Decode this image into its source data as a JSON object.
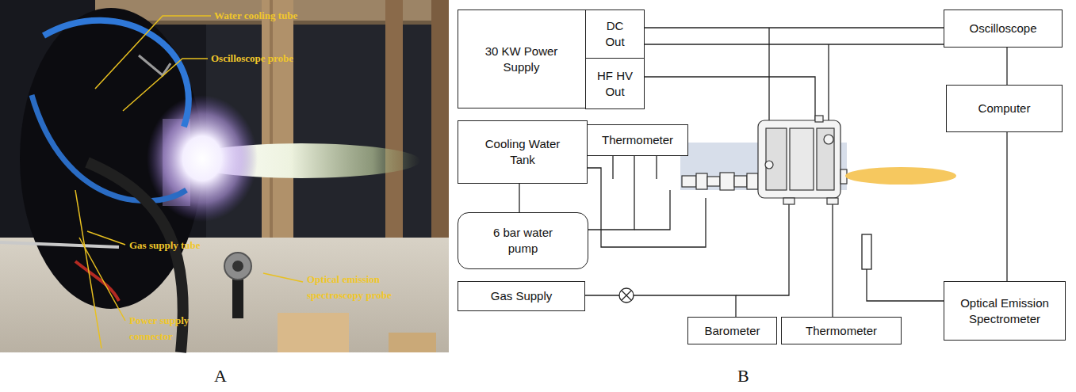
{
  "diagram": {
    "nodes": [
      {
        "text": [
          "30 KW Power Supply"
        ]
      },
      {
        "text": [
          "DC Out"
        ],
        "in": 0
      },
      {
        "text": [
          "HF HV Out"
        ],
        "in": 0
      },
      {
        "text": [
          "Oscilloscope"
        ]
      },
      {
        "text": [
          "Computer"
        ]
      },
      {
        "text": [
          "Cooling Water Tank"
        ]
      },
      {
        "text": [
          "Thermometer"
        ]
      },
      {
        "text": [
          "6 bar water pump"
        ]
      },
      {
        "text": [
          "Gas Supply"
        ]
      },
      {
        "text": [
          "Barometer"
        ]
      },
      {
        "text": [
          "Thermometer"
        ]
      },
      {
        "text": [
          "Optical Emission Spectrometer"
        ]
      }
    ],
    "edges": [
      {
        "from": 1,
        "to": 3,
        "arrow": "none"
      },
      {
        "from": 1,
        "to": 3,
        "arrow": "none"
      },
      {
        "from": 3,
        "to": 4,
        "arrow": "none"
      },
      {
        "from": 4,
        "to": 11,
        "arrow": "none"
      },
      {
        "from": 5,
        "to": 7,
        "arrow": "none"
      },
      {
        "from": 6,
        "to": 7,
        "arrow": "none"
      },
      {
        "from": 8,
        "to": 9,
        "arrow": "none"
      }
    ],
    "labels": [
      "Water cooling tube",
      "Oscilloscope probe",
      "Gas supply tube",
      "Optical emission spectroscopy probe",
      "Power supply connector",
      "A",
      "B"
    ]
  }
}
